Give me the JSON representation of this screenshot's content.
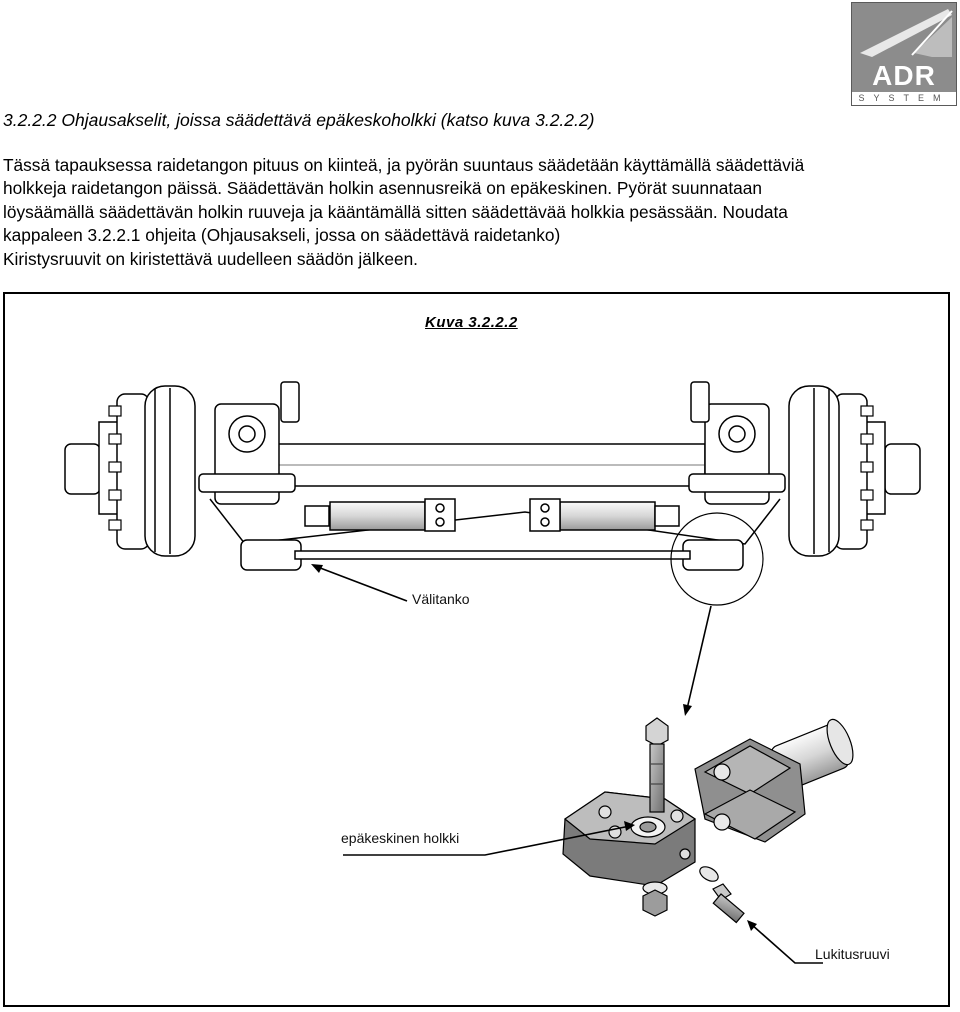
{
  "logo": {
    "text": "ADR",
    "subtitle": "SYSTEM"
  },
  "heading": "3.2.2.2 Ohjausakselit, joissa säädettävä epäkeskoholkki (katso kuva 3.2.2.2)",
  "paragraph": {
    "lines": [
      "Tässä tapauksessa raidetangon pituus on kiinteä, ja pyörän suuntaus säädetään käyttämällä säädettäviä",
      "holkkeja raidetangon päissä.  Säädettävän holkin asennusreikä on epäkeskinen.  Pyörät suunnataan",
      "löysäämällä säädettävän holkin ruuveja ja kääntämällä sitten säädettävää holkkia pesässään. Noudata",
      "kappaleen 3.2.2.1 ohjeita (Ohjausakseli, jossa on säädettävä raidetanko)",
      "Kiristysruuvit on kiristettävä uudelleen säädön jälkeen."
    ]
  },
  "figure": {
    "title": "Kuva 3.2.2.2",
    "labels": {
      "tie_rod": "Välitanko",
      "eccentric_bushing": "epäkeskinen holkki",
      "locking_screw": "Lukitusruuvi"
    }
  }
}
